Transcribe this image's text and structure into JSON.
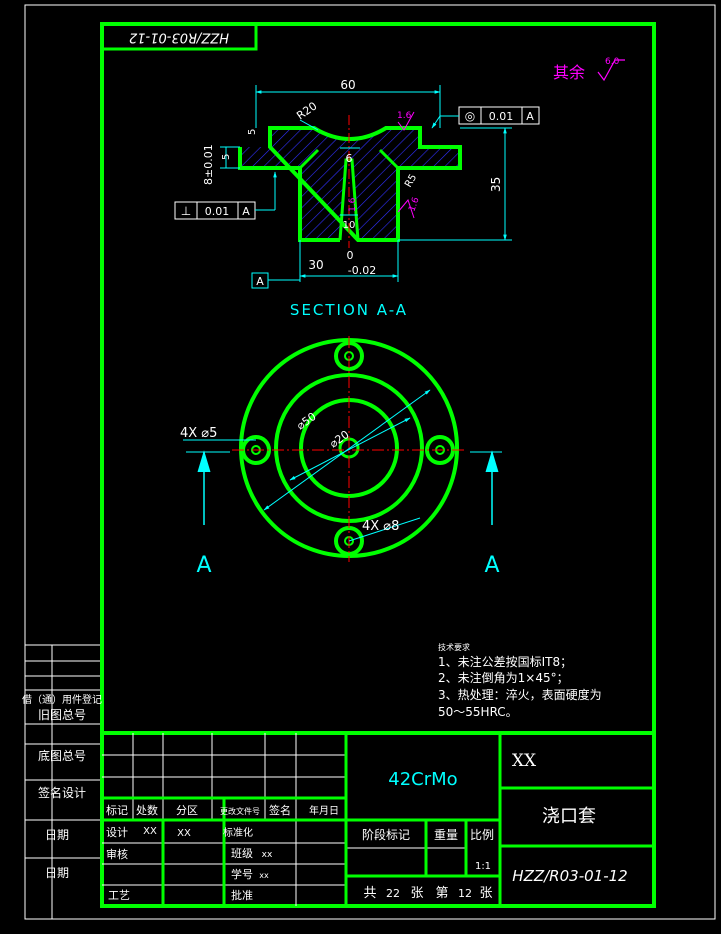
{
  "colors": {
    "frame": "#00ff00",
    "outer_frame": "#ffffff",
    "dimension": "#00ffff",
    "text": "#ffffff",
    "hatch": "#3030ff",
    "centerline": "#ff0000",
    "finish": "#ff00ff"
  },
  "drawing_number_rotated": "HZZ/R03-01-12",
  "surface_finish": {
    "label": "其余",
    "value": "6.0"
  },
  "section": {
    "dim_60": "60",
    "dim_r20": "R20",
    "dim_5": "5",
    "dim_6": "6",
    "dim_8_tol": "8±0.01",
    "dim_5b": "5",
    "dim_35": "35",
    "dim_10": "10",
    "dim_r5": "R5",
    "dim_1_6a": "1.6",
    "dim_1_6b": "1.6",
    "dim_1_6c": "1.6",
    "dim_30": "30",
    "dim_30_tol_upper": "0",
    "dim_30_tol_lower": "-0.02",
    "datum": "A",
    "gdt_right": {
      "symbol": "◎",
      "value": "0.01",
      "datum": "A"
    },
    "gdt_left": {
      "symbol": "⊥",
      "value": "0.01",
      "datum": "A"
    },
    "title": "SECTION A-A"
  },
  "top_view": {
    "hole_label_small": "4X ⌀5",
    "hole_label_large": "4X ⌀8",
    "dia_50": "⌀50",
    "dia_20": "⌀20",
    "arrow_left": "A",
    "arrow_right": "A"
  },
  "notes": {
    "heading": "技术要求",
    "lines": [
      "1、未注公差按国标IT8；",
      "2、未注倒角为1×45°；",
      "3、热处理：淬火，表面硬度为",
      "50～55HRC。"
    ]
  },
  "side_table": {
    "header": "借（通）用件登记",
    "rows": [
      "旧图总号",
      "底图总号",
      "签名设计",
      "日期",
      "日期"
    ]
  },
  "title_block": {
    "material": "42CrMo",
    "company": "XX",
    "part_name": "浇口套",
    "drawing_number": "HZZ/R03-01-12",
    "rev_headers": [
      "标记",
      "处数",
      "分区",
      "更改文件号",
      "签名",
      "年月日"
    ],
    "roles": {
      "design": "设计",
      "design_name": "XX",
      "design_date": "XX",
      "standard": "标准化",
      "review": "审核",
      "class": "班级",
      "class_val": "xx",
      "student_no": "学号",
      "student_no_val": "xx",
      "process": "工艺",
      "approve": "批准"
    },
    "stage_label": "阶段标记",
    "weight_label": "重量",
    "scale_label": "比例",
    "scale_value": "1:1",
    "sheets": {
      "total_label": "共",
      "total": "22",
      "unit1": "张",
      "current_label": "第",
      "current": "12",
      "unit2": "张"
    }
  }
}
